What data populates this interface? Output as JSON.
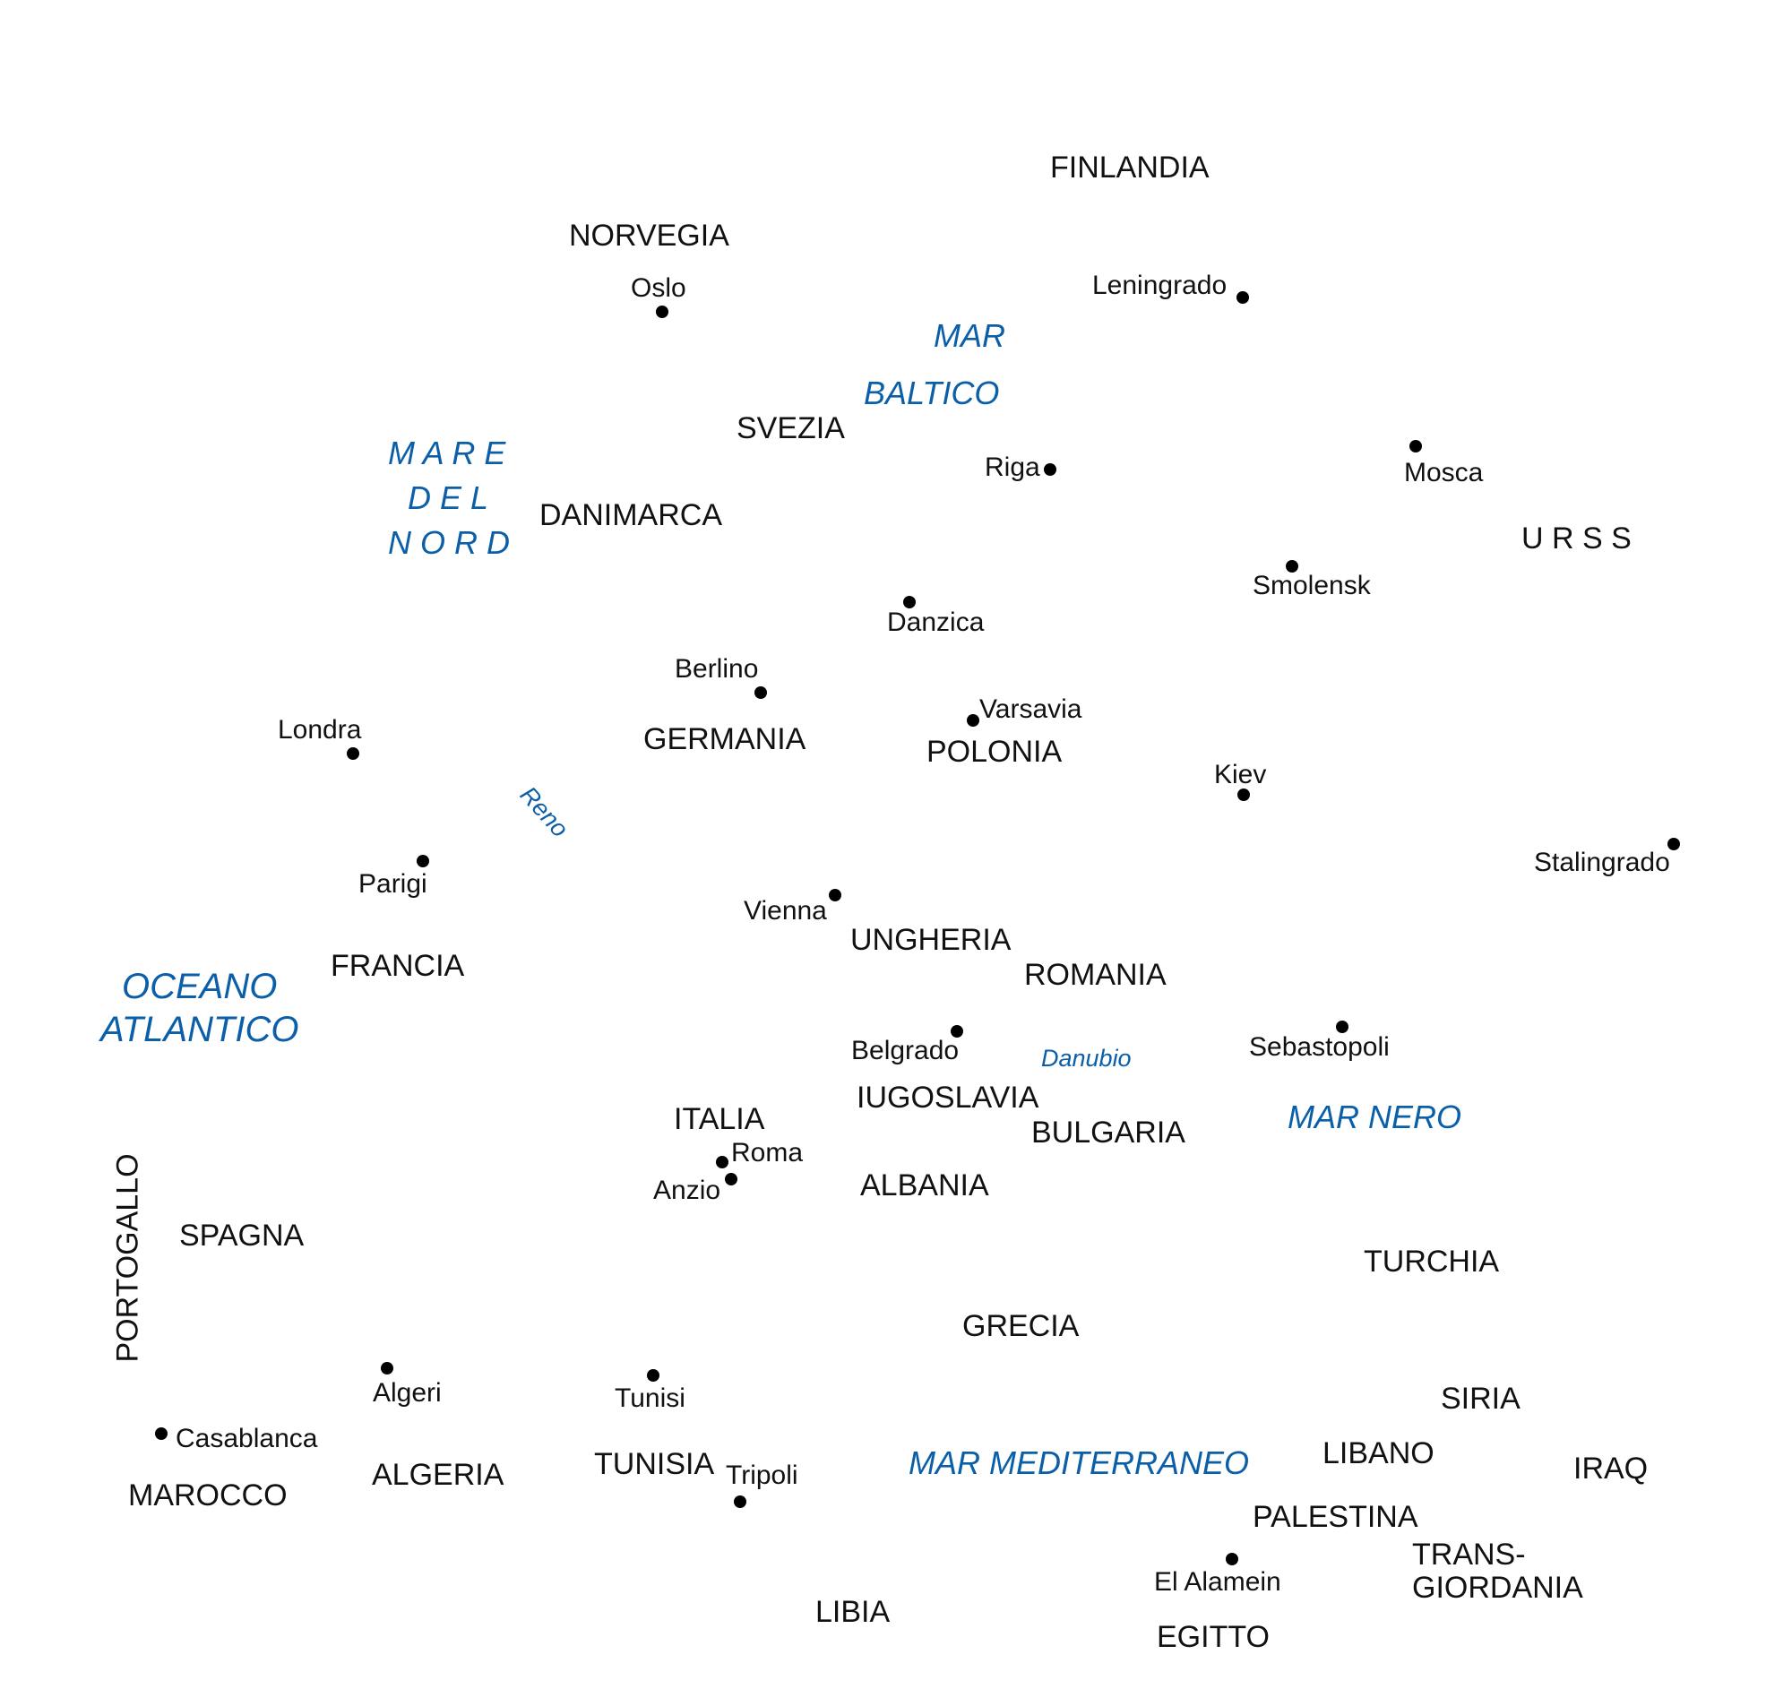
{
  "colors": {
    "water_label": "#0a5fa8",
    "land_label": "#111111",
    "city_dot": "#000000",
    "background": "#ffffff"
  },
  "countries": {
    "finlandia": "FINLANDIA",
    "norvegia": "NORVEGIA",
    "svezia": "SVEZIA",
    "danimarca": "DANIMARCA",
    "urss": "U R S S",
    "germania": "GERMANIA",
    "polonia": "POLONIA",
    "francia": "FRANCIA",
    "ungheria": "UNGHERIA",
    "romania": "ROMANIA",
    "iugoslavia": "IUGOSLAVIA",
    "italia": "ITALIA",
    "bulgaria": "BULGARIA",
    "albania": "ALBANIA",
    "portogallo": "PORTOGALLO",
    "spagna": "SPAGNA",
    "turchia": "TURCHIA",
    "grecia": "GRECIA",
    "siria": "SIRIA",
    "libano": "LIBANO",
    "iraq": "IRAQ",
    "marocco": "MAROCCO",
    "algeria": "ALGERIA",
    "tunisia": "TUNISIA",
    "palestina": "PALESTINA",
    "transgiordania_1": "TRANS-",
    "transgiordania_2": "GIORDANIA",
    "libia": "LIBIA",
    "egitto": "EGITTO"
  },
  "cities": {
    "oslo": "Oslo",
    "leningrado": "Leningrado",
    "riga": "Riga",
    "mosca": "Mosca",
    "smolensk": "Smolensk",
    "danzica": "Danzica",
    "berlino": "Berlino",
    "londra": "Londra",
    "varsavia": "Varsavia",
    "kiev": "Kiev",
    "stalingrado": "Stalingrado",
    "parigi": "Parigi",
    "vienna": "Vienna",
    "belgrado": "Belgrado",
    "sebastopoli": "Sebastopoli",
    "roma": "Roma",
    "anzio": "Anzio",
    "algeri": "Algeri",
    "tunisi": "Tunisi",
    "casablanca": "Casablanca",
    "tripoli": "Tripoli",
    "el_alamein": "El Alamein"
  },
  "seas": {
    "mar_baltico_1": "MAR",
    "mar_baltico_2": "BALTICO",
    "mare_del_nord_1": "M A R E",
    "mare_del_nord_2": "D E L",
    "mare_del_nord_3": "N O R D",
    "oceano_atlantico_1": "OCEANO",
    "oceano_atlantico_2": "ATLANTICO",
    "mar_nero": "MAR NERO",
    "mar_mediterraneo": "MAR MEDITERRANEO"
  },
  "rivers": {
    "reno": "Reno",
    "danubio": "Danubio"
  }
}
